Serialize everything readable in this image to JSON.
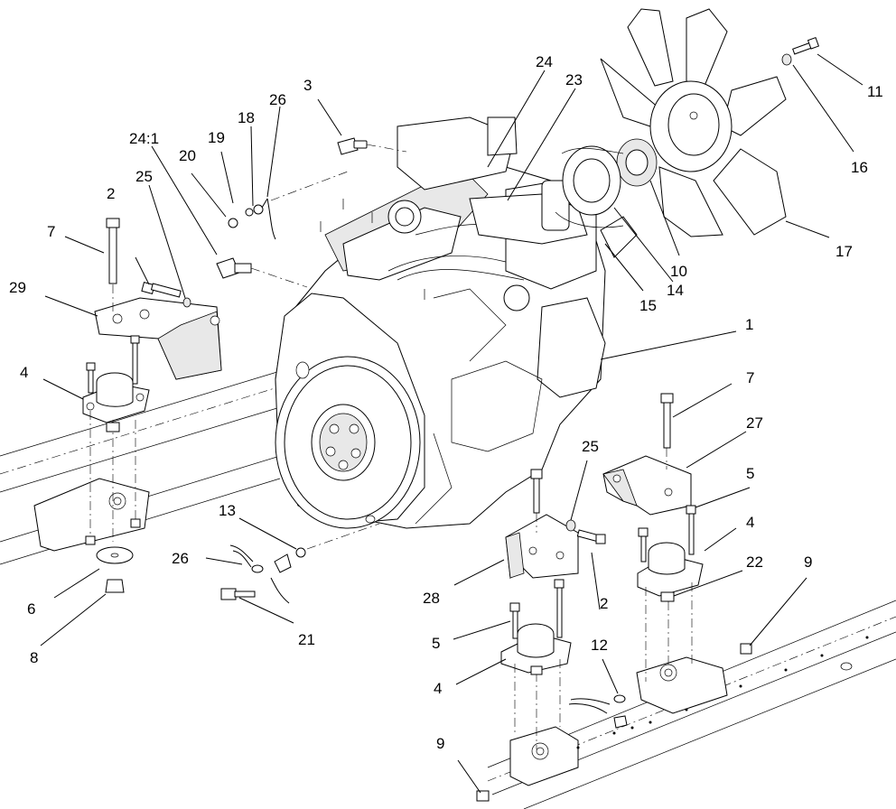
{
  "callouts": {
    "c1": "1",
    "c2a": "2",
    "c2b": "2",
    "c3": "3",
    "c4a": "4",
    "c4b": "4",
    "c4c": "4",
    "c5a": "5",
    "c5b": "5",
    "c6": "6",
    "c7a": "7",
    "c7b": "7",
    "c8": "8",
    "c9a": "9",
    "c9b": "9",
    "c10": "10",
    "c11": "11",
    "c12": "12",
    "c13": "13",
    "c14": "14",
    "c15": "15",
    "c16": "16",
    "c17": "17",
    "c18": "18",
    "c19": "19",
    "c20": "20",
    "c21": "21",
    "c22": "22",
    "c23": "23",
    "c24": "24",
    "c24_1": "24:1",
    "c25a": "25",
    "c25b": "25",
    "c26a": "26",
    "c26b": "26",
    "c27": "27",
    "c28": "28",
    "c29": "29"
  }
}
